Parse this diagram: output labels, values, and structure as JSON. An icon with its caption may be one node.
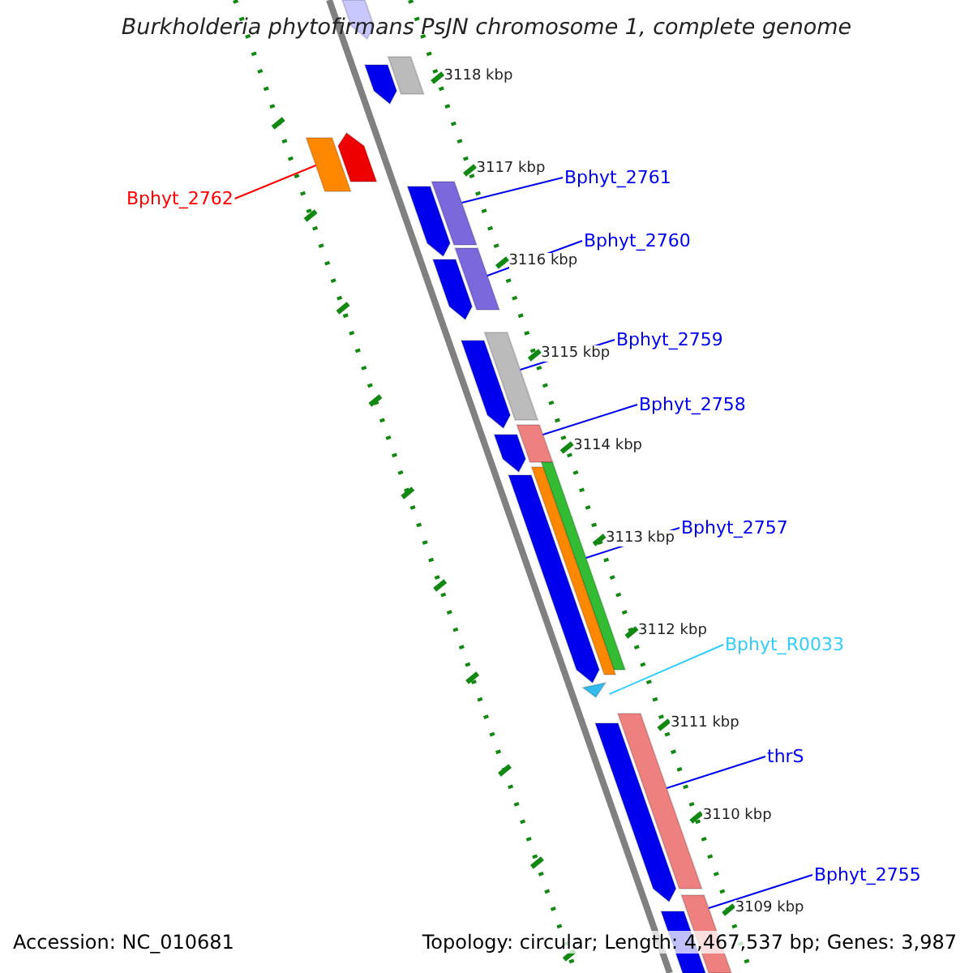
{
  "diagram": {
    "title": "Burkholderia phytofirmans PsJN chromosome 1, complete genome",
    "nodes": [
      {
        "text": [
          "Bphyt_2762"
        ]
      },
      {
        "text": [],
        "shape": "bar"
      },
      {
        "text": [
          "Bphyt_2761"
        ]
      },
      {
        "text": [],
        "shape": "bar"
      },
      {
        "text": [
          "Bphyt_2760"
        ]
      },
      {
        "text": [],
        "shape": "bar"
      },
      {
        "text": [
          "Bphyt_2759"
        ]
      },
      {
        "text": [],
        "shape": "bar"
      },
      {
        "text": [
          "Bphyt_2758"
        ]
      },
      {
        "text": [],
        "shape": "bar"
      },
      {
        "text": [
          "Bphyt_2757"
        ]
      },
      {
        "text": [],
        "shape": "bar"
      },
      {
        "text": [
          "Bphyt_R0033"
        ]
      },
      {
        "text": [],
        "shape": "triangle"
      },
      {
        "text": [
          "thrS"
        ]
      },
      {
        "text": [],
        "shape": "bar"
      },
      {
        "text": [
          "Bphyt_2755"
        ]
      },
      {
        "text": [],
        "shape": "bar"
      },
      {
        "text": [],
        "shape": "arrow"
      },
      {
        "text": [],
        "shape": "bar"
      },
      {
        "text": [],
        "shape": "arrow"
      },
      {
        "text": [],
        "shape": "arrow"
      },
      {
        "text": [],
        "shape": "arrow"
      },
      {
        "text": [],
        "shape": "arrow"
      },
      {
        "text": [],
        "shape": "arrow"
      },
      {
        "text": [],
        "shape": "arrow"
      },
      {
        "text": [],
        "shape": "arrow"
      },
      {
        "text": [],
        "shape": "bar"
      },
      {
        "text": [],
        "shape": "arrow"
      },
      {
        "text": [],
        "shape": "bar"
      }
    ],
    "edges": [
      {
        "from": 0,
        "to": 1,
        "arrow": "none",
        "color": "#ff0000"
      },
      {
        "from": 2,
        "to": 3,
        "arrow": "none"
      },
      {
        "from": 4,
        "to": 5,
        "arrow": "none"
      },
      {
        "from": 6,
        "to": 7,
        "arrow": "none"
      },
      {
        "from": 8,
        "to": 9,
        "arrow": "none"
      },
      {
        "from": 10,
        "to": 11,
        "arrow": "none"
      },
      {
        "from": 12,
        "to": 13,
        "arrow": "none",
        "color": "#33ccff"
      },
      {
        "from": 14,
        "to": 15,
        "arrow": "none"
      },
      {
        "from": 16,
        "to": 17,
        "arrow": "none"
      }
    ],
    "labels": [
      "3118 kbp",
      "3117 kbp",
      "3116 kbp",
      "3115 kbp",
      "3114 kbp",
      "3113 kbp",
      "3112 kbp",
      "3111 kbp",
      "3110 kbp",
      "3109 kbp",
      "Accession: NC_010681",
      "Topology: circular; Length: 4,467,537 bp; Genes: 3,987"
    ]
  }
}
